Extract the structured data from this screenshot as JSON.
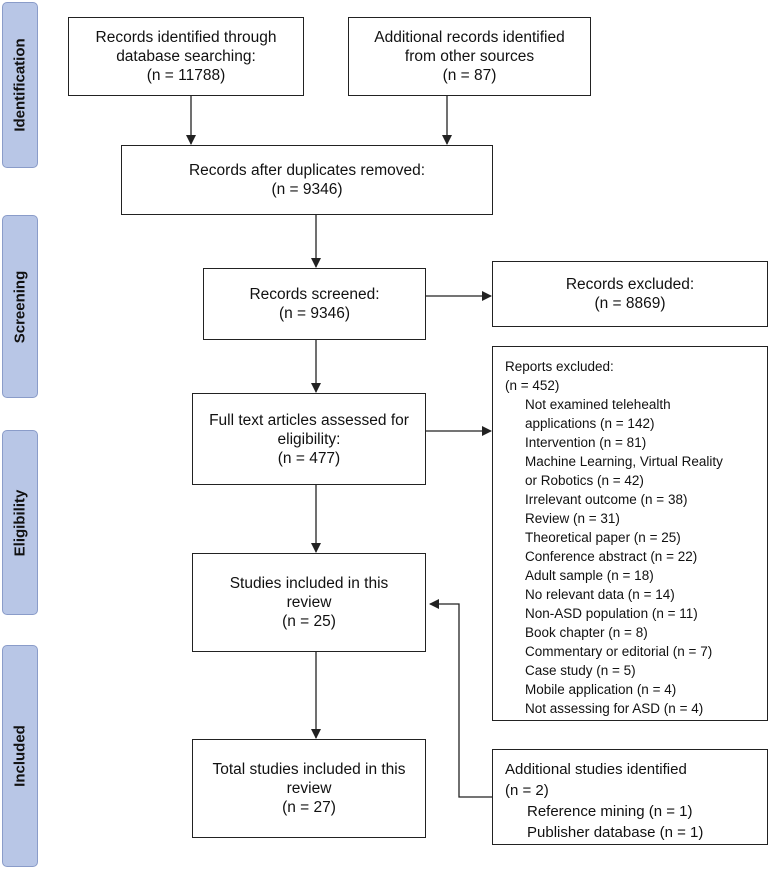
{
  "phases": {
    "identification": "Identification",
    "screening": "Screening",
    "eligibility": "Eligibility",
    "included": "Included"
  },
  "boxes": {
    "database": [
      "Records identified through",
      "database searching:",
      "(n = 11788)"
    ],
    "additional": [
      "Additional records identified",
      "from other sources",
      "(n = 87)"
    ],
    "duplicates": [
      "Records after duplicates removed:",
      "(n = 9346)"
    ],
    "screened": [
      "Records screened:",
      "(n = 9346)"
    ],
    "excluded": [
      "Records excluded:",
      "(n = 8869)"
    ],
    "fulltext": [
      "Full text articles assessed for",
      "eligibility:",
      "(n = 477)"
    ],
    "included_review": [
      "Studies included in this",
      "review",
      "(n = 25)"
    ],
    "total": [
      "Total studies included in this",
      "review",
      "(n = 27)"
    ]
  },
  "reports_excluded": {
    "title": "Reports excluded:",
    "count": "(n = 452)",
    "items": [
      "Not examined telehealth",
      "applications  (n = 142)",
      "Intervention (n = 81)",
      "Machine Learning, Virtual Reality",
      "or Robotics (n = 42)",
      "Irrelevant outcome (n = 38)",
      "Review (n = 31)",
      "Theoretical paper (n = 25)",
      "Conference abstract (n = 22)",
      "Adult sample (n = 18)",
      "No relevant data (n = 14)",
      "Non-ASD population (n = 11)",
      "Book chapter (n = 8)",
      "Commentary or editorial (n = 7)",
      "Case study (n = 5)",
      "Mobile application (n = 4)",
      "Not assessing for ASD (n = 4)"
    ]
  },
  "additional_studies": {
    "title": "Additional studies identified",
    "count": "(n = 2)",
    "items": [
      "Reference mining (n = 1)",
      "Publisher database (n = 1)"
    ]
  }
}
